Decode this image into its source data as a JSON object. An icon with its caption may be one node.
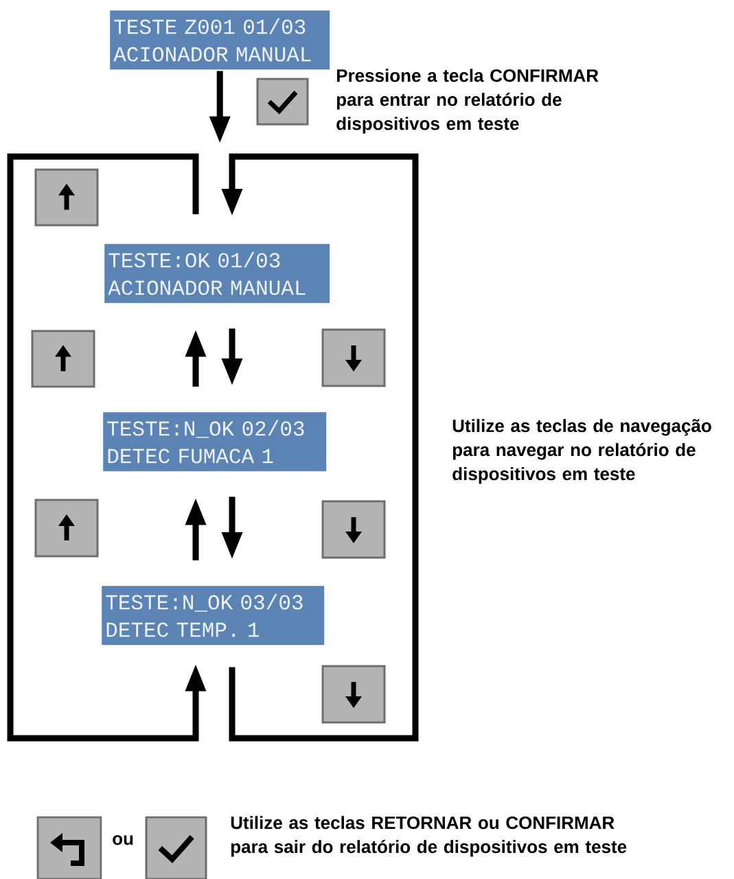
{
  "diagram": {
    "nodes": [
      {
        "text": [
          "TESTE Z001 01/03",
          "ACIONADOR MANUAL"
        ]
      },
      {
        "text": [
          "TESTE:OK 01/03",
          "ACIONADOR MANUAL"
        ]
      },
      {
        "text": [
          "TESTE:N_OK 02/03",
          "DETEC FUMACA 1"
        ]
      },
      {
        "text": [
          "TESTE:N_OK 03/03",
          "DETEC TEMP. 1"
        ]
      }
    ],
    "edges": [
      {
        "from": 0,
        "to": null,
        "arrow": "to"
      },
      {
        "from": 3,
        "to": 1,
        "arrow": "to"
      },
      {
        "from": 1,
        "to": 3,
        "arrow": "to"
      },
      {
        "from": 2,
        "to": 1,
        "arrow": "to"
      },
      {
        "from": 1,
        "to": 2,
        "arrow": "to"
      },
      {
        "from": 3,
        "to": 2,
        "arrow": "to"
      },
      {
        "from": 2,
        "to": 3,
        "arrow": "to"
      }
    ],
    "labels": [
      "Pressione a tecla CONFIRMAR para entrar no relatório de dispositivos em teste",
      "Utilize as teclas de navegação para navegar no relatório de dispositivos em teste",
      "ou",
      "Utilize as teclas RETORNAR ou CONFIRMAR para sair do relatório de dispositivos em teste"
    ]
  }
}
